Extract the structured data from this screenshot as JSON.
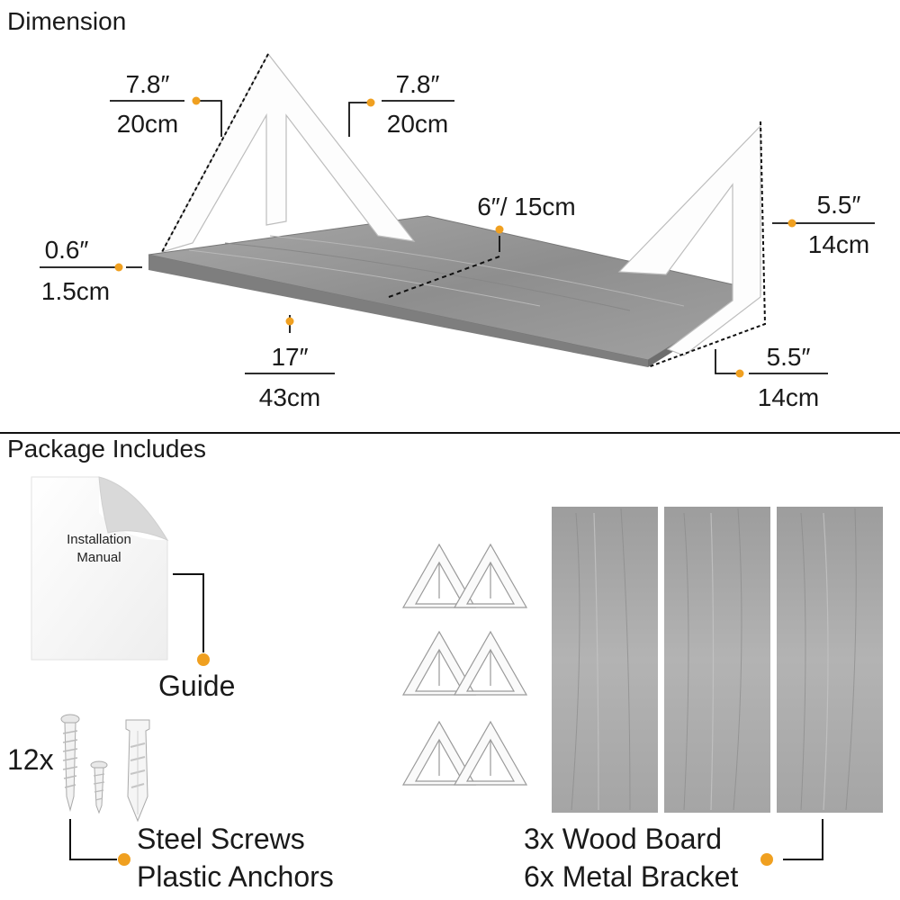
{
  "sections": {
    "dimension_title": "Dimension",
    "package_title": "Package Includes"
  },
  "dimensions": {
    "bracket_left_height_in": "7.8″",
    "bracket_left_height_cm": "20cm",
    "bracket_right_height_in": "7.8″",
    "bracket_right_height_cm": "20cm",
    "depth": "6″/ 15cm",
    "thickness_in": "0.6″",
    "thickness_cm": "1.5cm",
    "length_in": "17″",
    "length_cm": "43cm",
    "bracket_arm_height_in": "5.5″",
    "bracket_arm_height_cm": "14cm",
    "bracket_arm_depth_in": "5.5″",
    "bracket_arm_depth_cm": "14cm"
  },
  "package": {
    "manual_line1": "Installation",
    "manual_line2": "Manual",
    "guide_label": "Guide",
    "screws_count": "12x",
    "screws_label": "Steel Screws",
    "anchors_label": "Plastic Anchors",
    "boards_label": "3x Wood Board",
    "brackets_label": "6x Metal Bracket"
  },
  "colors": {
    "accent_dot": "#f0a020",
    "wood_grey": "#9a9a9a",
    "line": "#1a1a1a"
  }
}
